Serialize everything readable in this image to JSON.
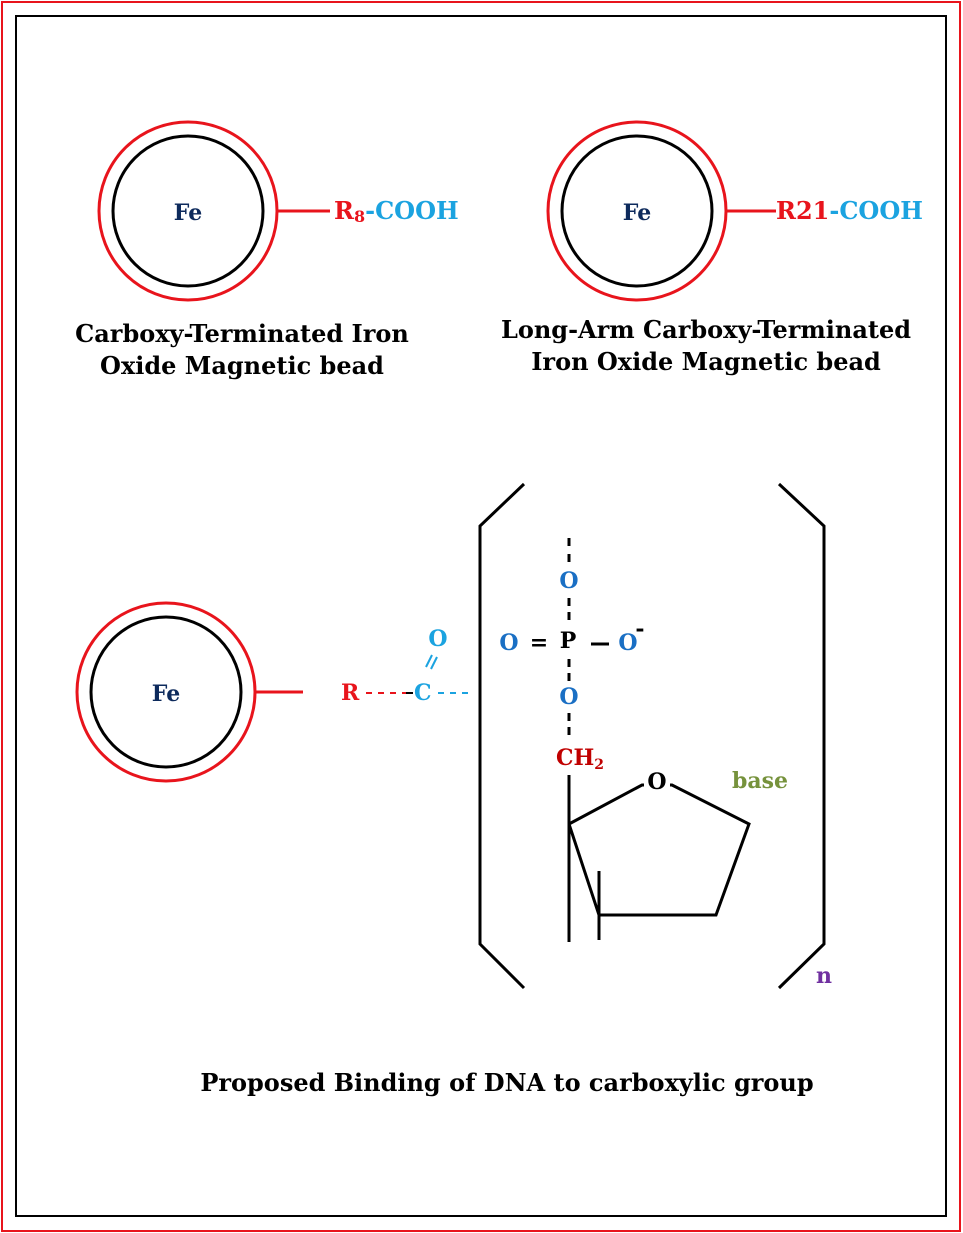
{
  "colors": {
    "outer_frame": "#e8141c",
    "inner_frame": "#000000",
    "ring": "#e8141c",
    "red_text": "#e8141c",
    "cyan_text": "#1ba3e0",
    "blue_text": "#1a6fc4",
    "dark_red_text": "#c00000",
    "navy_text": "#0d2a5c",
    "green_text": "#76923c",
    "purple_text": "#7030a0",
    "black": "#000000"
  },
  "bead_1": {
    "core_label": "Fe",
    "r_group": "R",
    "r_subscript": "8",
    "dash": "-",
    "terminal_group": "COOH",
    "caption_line1": "Carboxy-Terminated Iron",
    "caption_line2": "Oxide Magnetic bead"
  },
  "bead_2": {
    "core_label": "Fe",
    "r_group": "R21",
    "dash": "-",
    "terminal_group": "COOH",
    "caption_line1": "Long-Arm Carboxy-Terminated",
    "caption_line2": "Iron Oxide Magnetic bead"
  },
  "bead_3": {
    "core_label": "Fe",
    "r_group": "R",
    "carbon_label": "C",
    "carbonyl_oxygen": "O"
  },
  "dna_unit": {
    "phosphorus": "P",
    "oxygen_top": "O",
    "oxygen_left": "O",
    "oxygen_right": "O",
    "oxygen_bottom": "O",
    "negative_charge": "-",
    "equals": "=",
    "ch2_main": "CH",
    "ch2_subscript": "2",
    "ring_oxygen": "O",
    "base_label": "base",
    "repeat_subscript": "n"
  },
  "diagram_caption": "Proposed Binding of DNA to carboxylic group"
}
